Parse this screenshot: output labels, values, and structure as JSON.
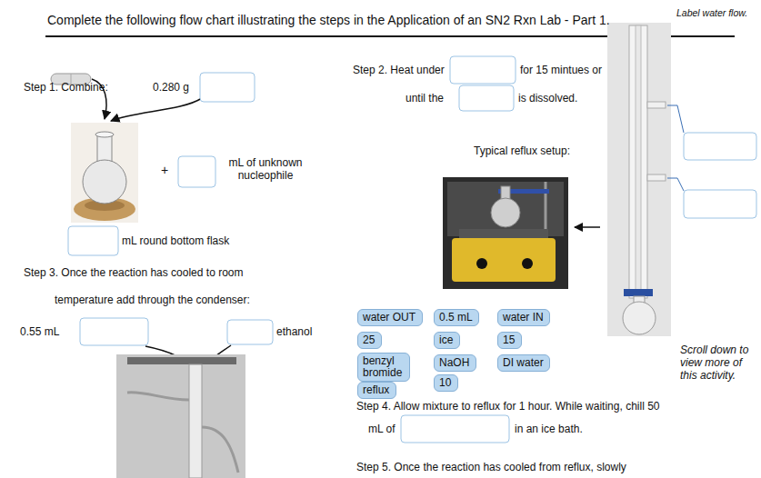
{
  "diagram": {
    "title": "Complete the following flow chart illustrating the steps in the Application of an SN2 Rxn Lab - Part 1.",
    "nodes": [
      {
        "text": [
          "water OUT"
        ]
      },
      {
        "text": [
          "0.5 mL"
        ]
      },
      {
        "text": [
          "water IN"
        ]
      },
      {
        "text": [
          "25"
        ]
      },
      {
        "text": [
          "ice"
        ]
      },
      {
        "text": [
          "15"
        ]
      },
      {
        "text": [
          "benzyl bromide"
        ]
      },
      {
        "text": [
          "NaOH"
        ]
      },
      {
        "text": [
          "DI water"
        ]
      },
      {
        "text": [
          "reflux"
        ]
      },
      {
        "text": [
          "10"
        ]
      }
    ],
    "labels": [
      "Step 1. Combine:",
      "0.280 g",
      "+",
      "mL of unknown nucleophile",
      "mL round bottom flask",
      "Step 2. Heat under",
      "for 15 mintues or",
      "until the",
      "is dissolved.",
      "Typical reflux setup:",
      "Label water flow.",
      "Step 3. Once the reaction has cooled to room",
      "temperature add through the condenser:",
      "0.55 mL",
      "ethanol",
      "Scroll down to view more of this activity.",
      "Step 4. Allow mixture to reflux for 1 hour. While waiting, chill 50",
      "mL of",
      "in an ice bath.",
      "Step 5. Once the reaction has cooled from reflux, slowly"
    ]
  }
}
